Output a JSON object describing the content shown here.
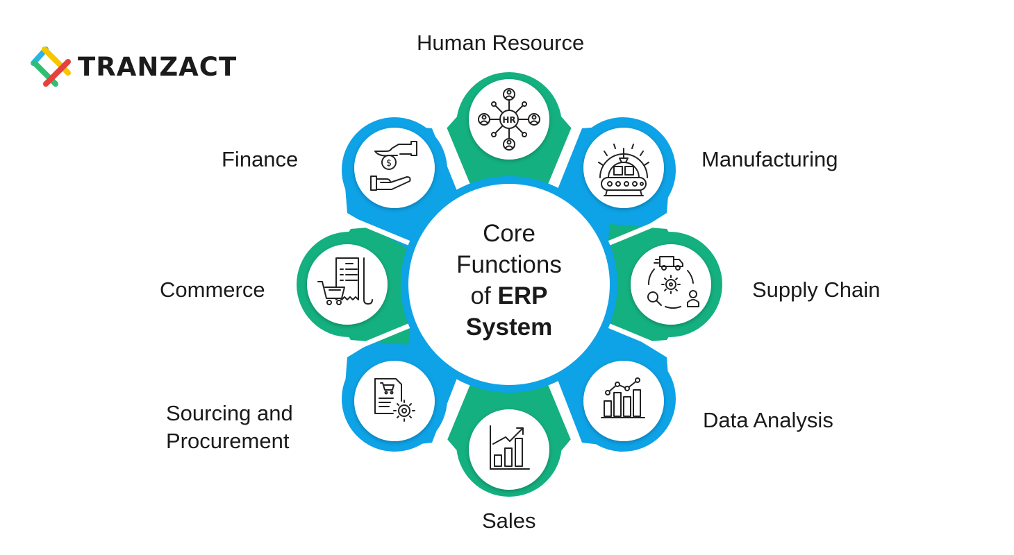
{
  "logo": {
    "text": "TRANZACT",
    "icon": "tranzact-logo-mark"
  },
  "center": {
    "line1": "Core",
    "line2": "Functions",
    "line3_pre": "of ",
    "line3_bold": "ERP",
    "line4": "System"
  },
  "functions": [
    {
      "label": "Human Resource",
      "icon": "hr-network-icon"
    },
    {
      "label": "Manufacturing",
      "icon": "factory-gear-icon"
    },
    {
      "label": "Supply Chain",
      "icon": "supply-cycle-icon"
    },
    {
      "label": "Data Analysis",
      "icon": "bar-chart-trend-icon"
    },
    {
      "label": "Sales",
      "icon": "growth-chart-icon"
    },
    {
      "label": "Sourcing and",
      "label2": "Procurement",
      "icon": "cart-document-gear-icon"
    },
    {
      "label": "Commerce",
      "icon": "receipt-cart-icon"
    },
    {
      "label": "Finance",
      "icon": "money-hands-icon"
    }
  ],
  "icon_labels": {
    "hr": "HR"
  },
  "colors": {
    "green": "#14B07F",
    "blue": "#0EA2E6",
    "text": "#1a1a1a"
  }
}
